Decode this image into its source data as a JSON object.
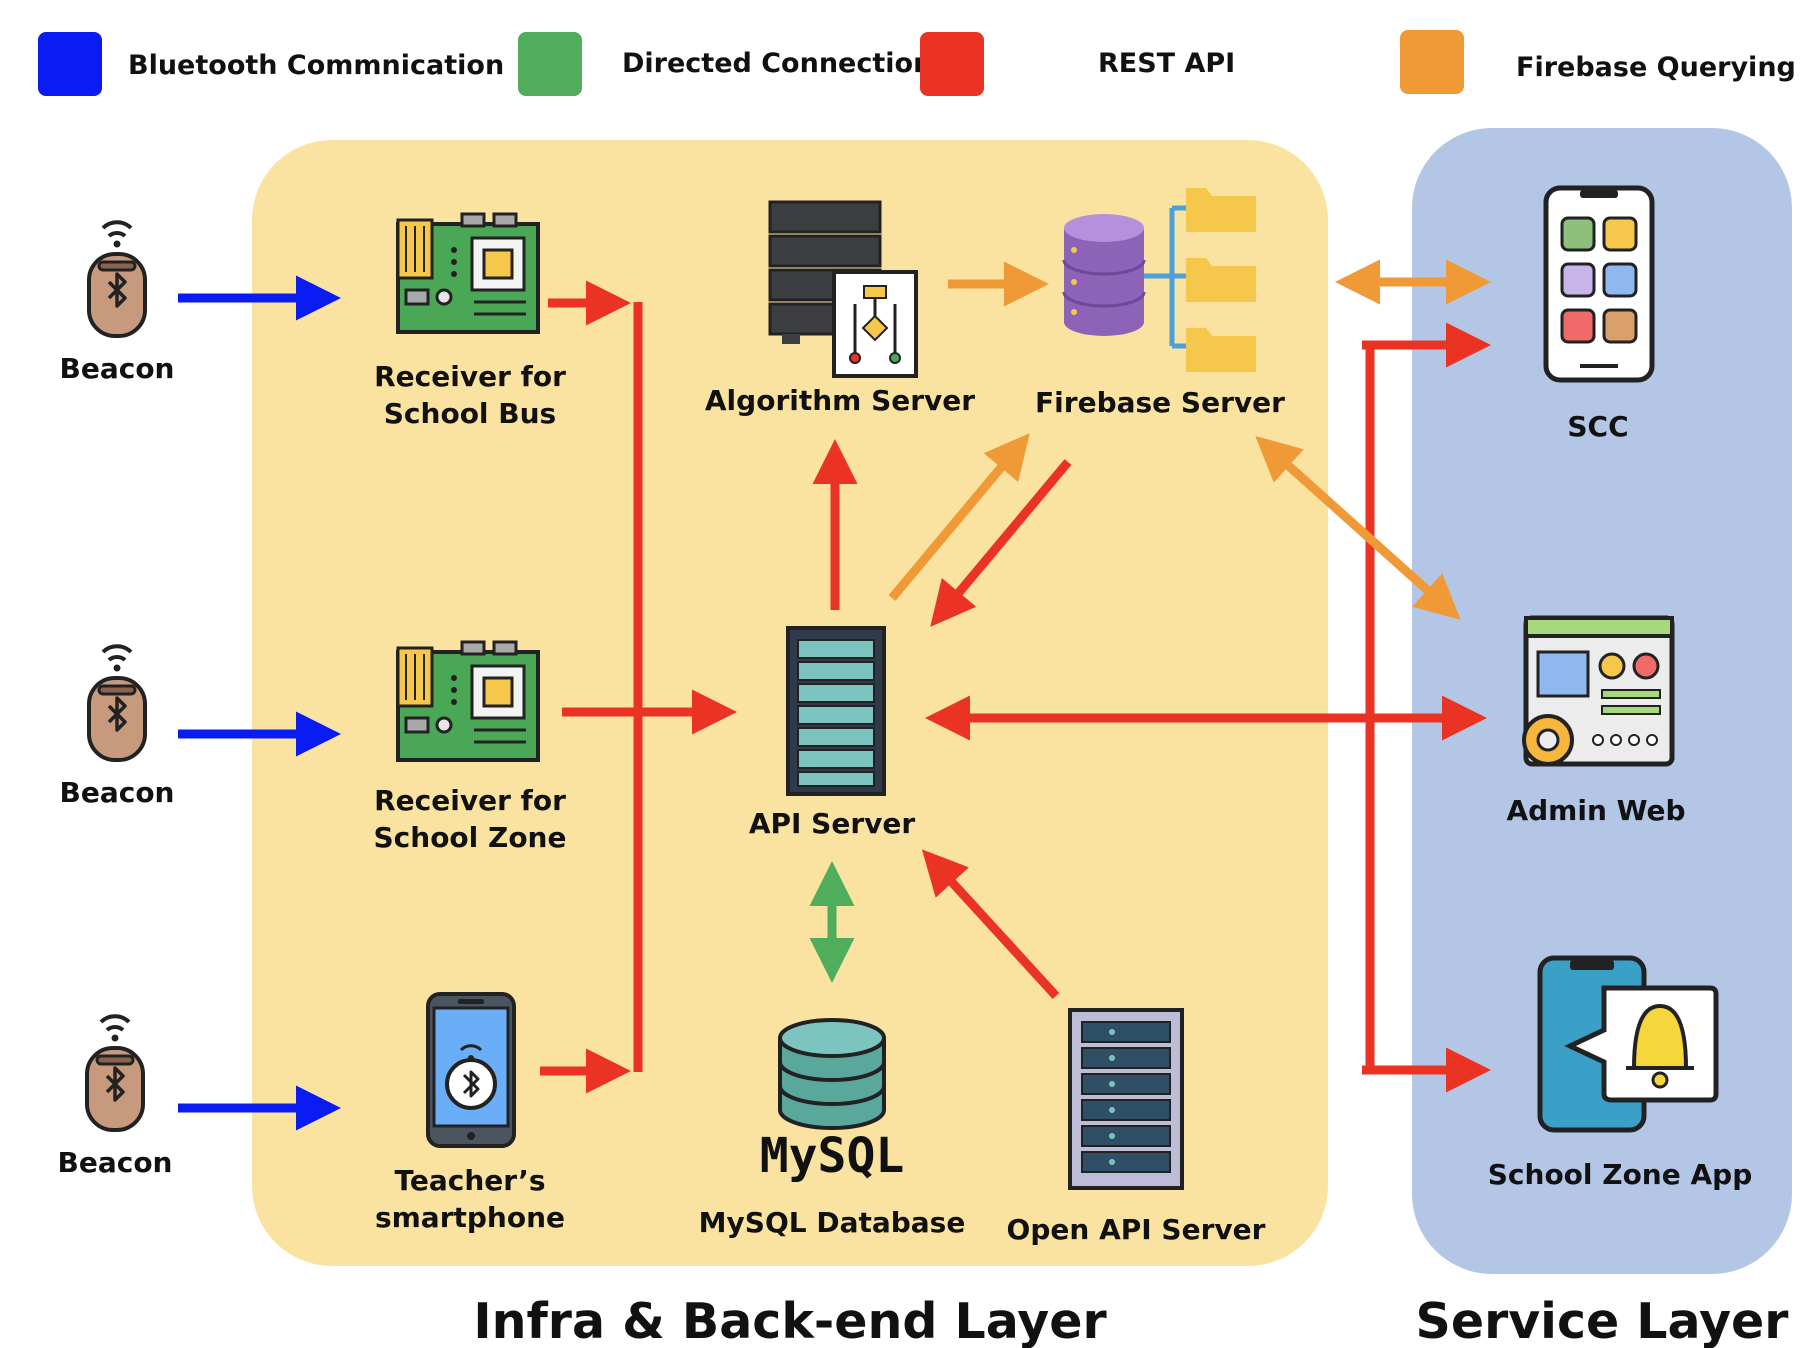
{
  "legend": [
    {
      "label": "Bluetooth Commnication",
      "color": "#0a1cf2"
    },
    {
      "label": "Directed Connection",
      "color": "#4fad5b"
    },
    {
      "label": "REST API",
      "color": "#ea3323"
    },
    {
      "label": "Firebase Querying",
      "color": "#f09a37"
    }
  ],
  "layers": {
    "infra": "Infra & Back-end Layer",
    "service": "Service Layer"
  },
  "nodes": {
    "beacon_1": "Beacon",
    "beacon_2": "Beacon",
    "beacon_3": "Beacon",
    "receiver_bus": [
      "Receiver for",
      "School Bus"
    ],
    "receiver_zone": [
      "Receiver for",
      "School Zone"
    ],
    "teacher_phone": [
      "Teacher’s",
      "smartphone"
    ],
    "algorithm_server": "Algorithm Server",
    "firebase_server": "Firebase Server",
    "api_server": "API Server",
    "mysql_logo": "MySQL",
    "mysql_db": "MySQL Database",
    "open_api_server": "Open API Server",
    "scc": "SCC",
    "admin_web": "Admin Web",
    "school_zone_app": "School Zone App"
  },
  "colors": {
    "bluetooth": "#0a1cf2",
    "direct": "#4fad5b",
    "rest": "#ea3323",
    "firebase": "#f09a37",
    "infra_bg": "#fae3a1",
    "service_bg": "#b4c6e6"
  }
}
